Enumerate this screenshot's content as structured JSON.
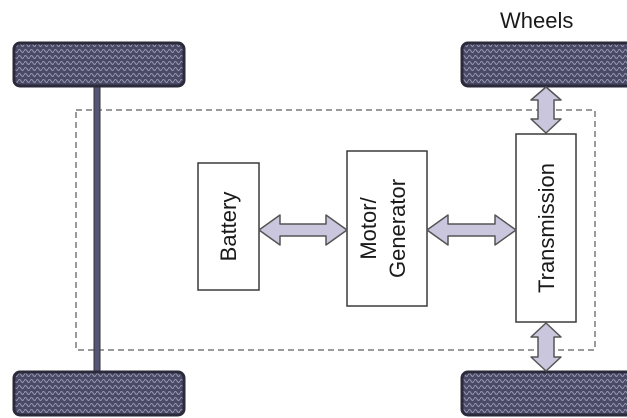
{
  "diagram": {
    "wheels_label": "Wheels",
    "battery_label": "Battery",
    "motor_label_line1": "Motor/",
    "motor_label_line2": "Generator",
    "transmission_label": "Transmission"
  },
  "colors": {
    "box_stroke": "#3a3a3a",
    "dashed_frame": "#7a7a7a",
    "tire_fill": "#4a4a66",
    "arrow_fill": "#c9c6de",
    "arrow_stroke": "#555555",
    "axle": "#555577"
  },
  "icons": [
    "tire-icon",
    "double-arrow-icon"
  ]
}
